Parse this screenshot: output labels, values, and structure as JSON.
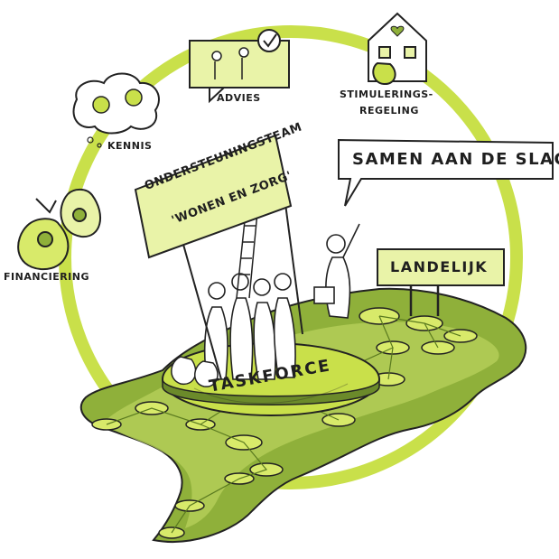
{
  "labels": {
    "advies": "ADVIES",
    "kennis": "KENNIS",
    "stimulering_line1": "STIMULERINGS-",
    "stimulering_line2": "REGELING",
    "financiering": "FINANCIERING",
    "speech": "SAMEN AAN DE SLAG!",
    "banner_line1": "ONDERSTEUNINGSTEAM",
    "banner_line2": "'WONEN EN ZORG'",
    "landelijk": "LANDELIJK",
    "taskforce": "TASKFORCE"
  },
  "colors": {
    "lime": "#b8d432",
    "lime_light": "#d8ea6a",
    "map_green": "#8fb03a",
    "map_light": "#b5cf5a",
    "map_dark": "#6b8a2a",
    "outline": "#222222"
  },
  "icons": [
    "gear-icon",
    "lightbulb-icon",
    "checkmark-icon",
    "house-icon",
    "euro-bag-icon",
    "ladder-icon"
  ]
}
